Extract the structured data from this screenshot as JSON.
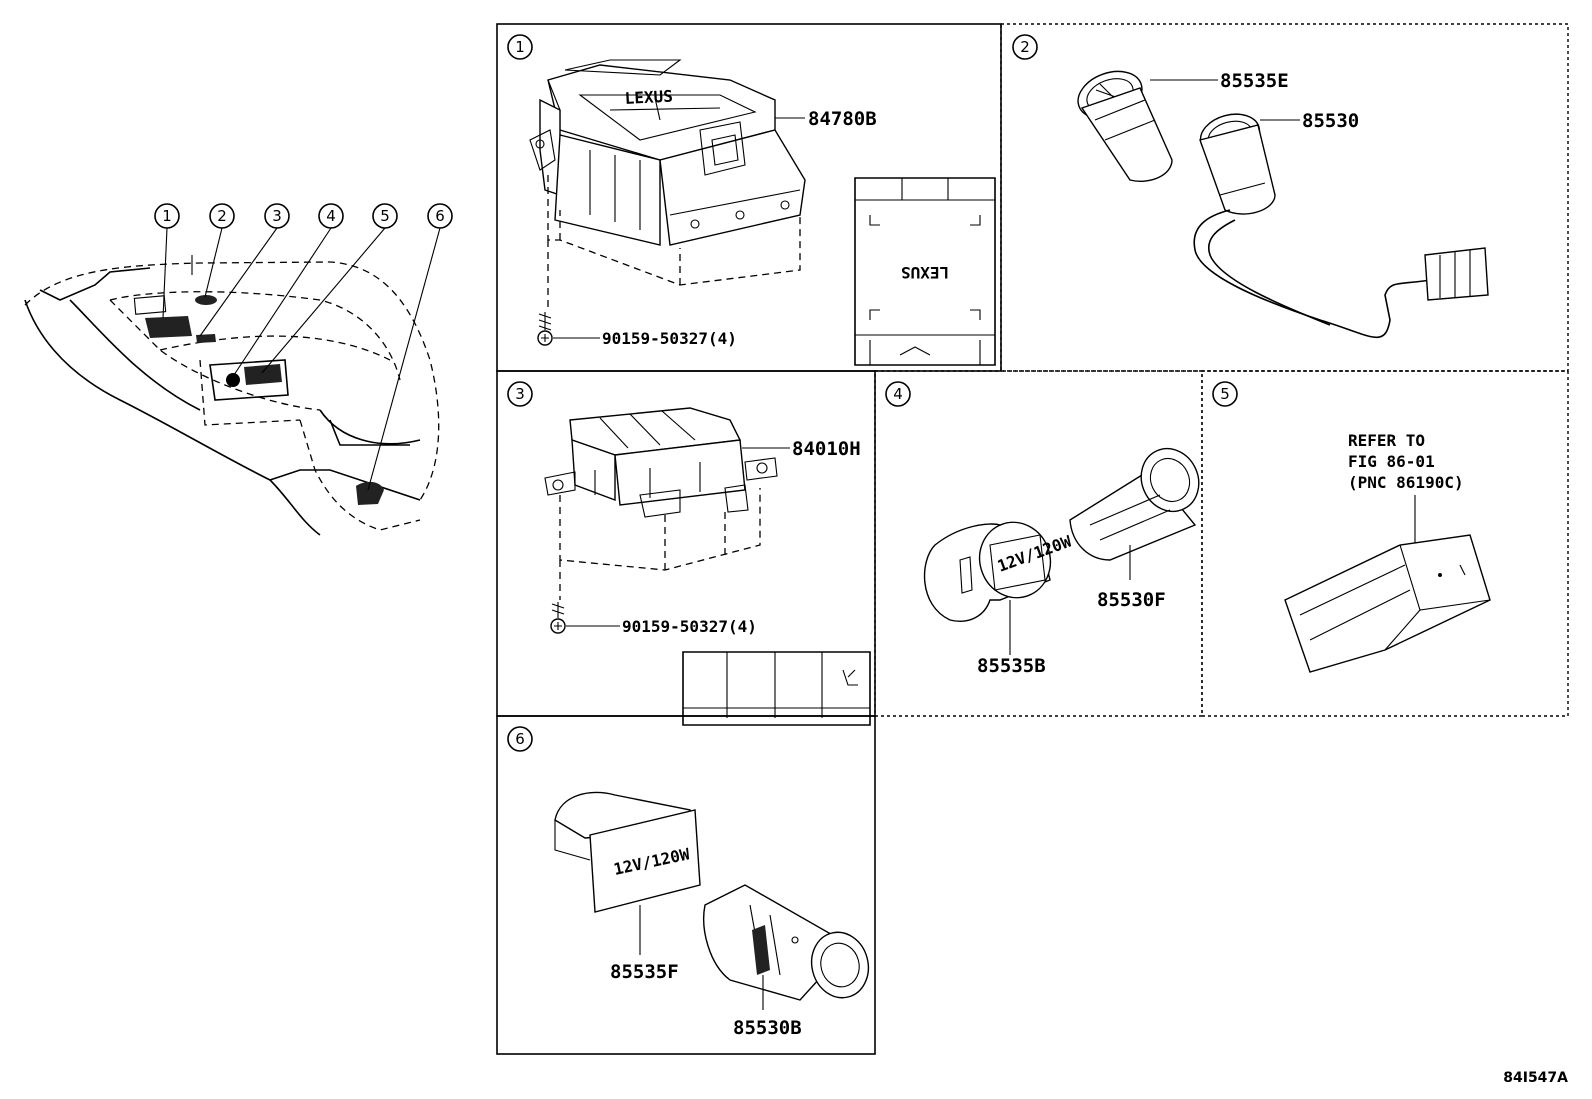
{
  "overview": {
    "callouts": [
      "1",
      "2",
      "3",
      "4",
      "5",
      "6"
    ]
  },
  "panels": [
    {
      "num": "1",
      "parts": [
        "84780B",
        "90159-50327(4)"
      ]
    },
    {
      "num": "2",
      "parts": [
        "85535E",
        "85530"
      ]
    },
    {
      "num": "3",
      "parts": [
        "84010H",
        "90159-50327(4)"
      ]
    },
    {
      "num": "4",
      "parts": [
        "85530F",
        "85535B"
      ],
      "cap_text": "12V/120W"
    },
    {
      "num": "5",
      "ref_lines": [
        "REFER TO",
        "FIG 86-01",
        "(PNC 86190C)"
      ]
    },
    {
      "num": "6",
      "parts": [
        "85535F",
        "85530B"
      ],
      "cap_text": "12V/120W"
    }
  ],
  "brand_text": "LEXUS",
  "drawing_code": "84I547A"
}
